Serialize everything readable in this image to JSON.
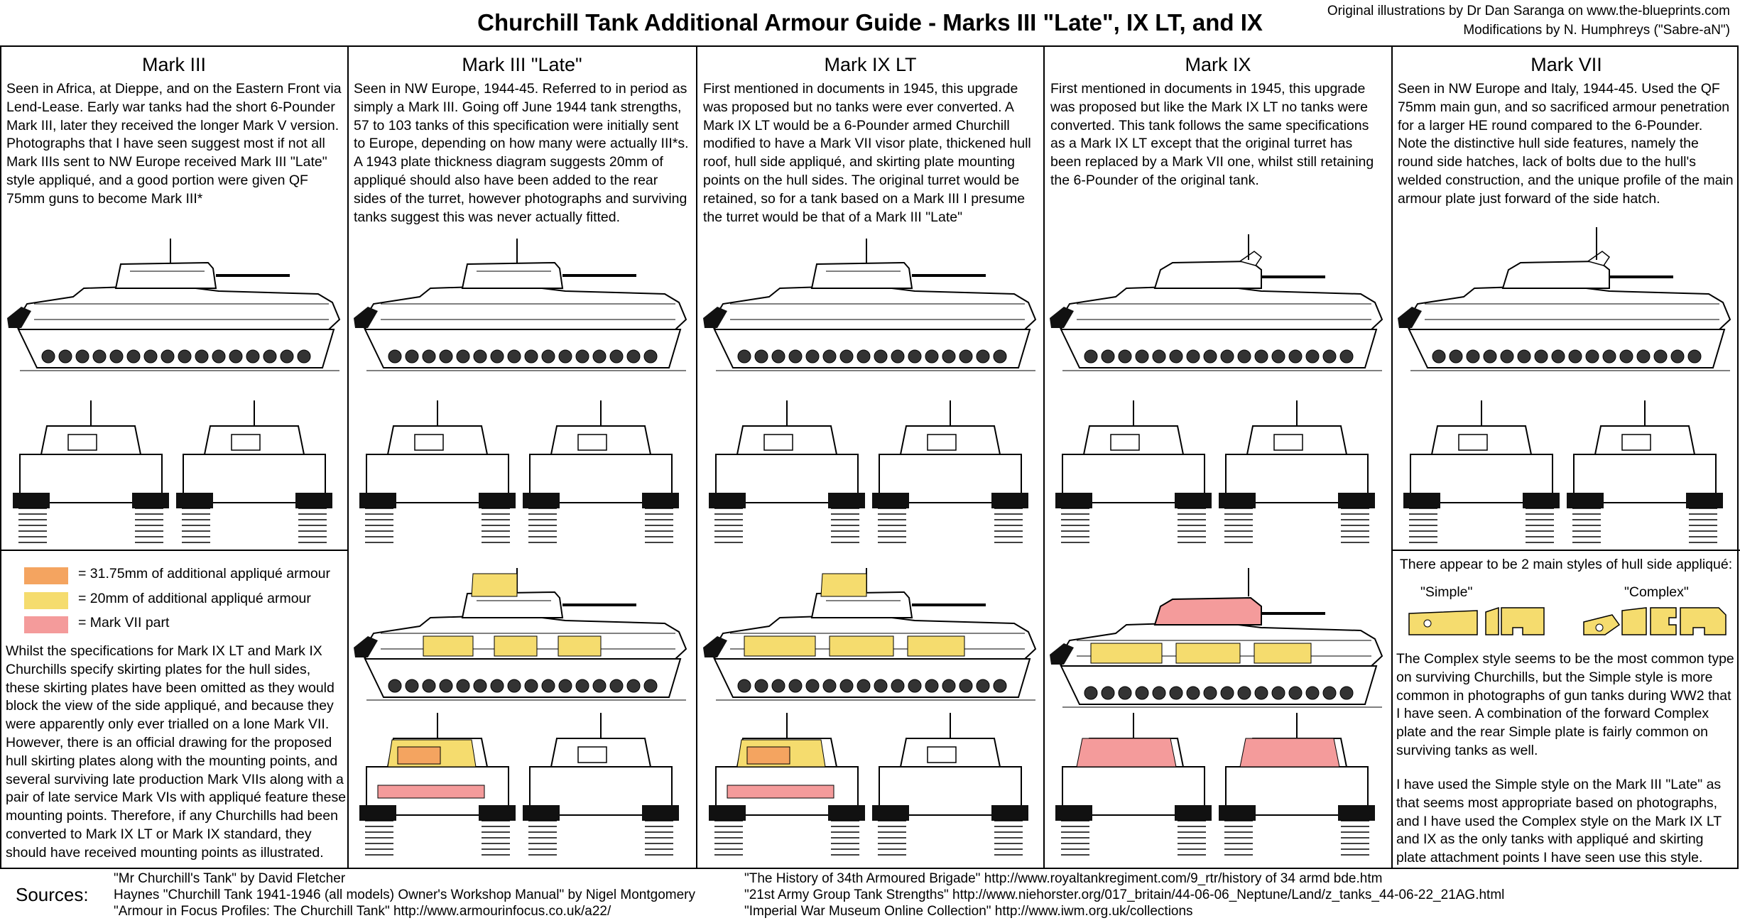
{
  "header": {
    "title": "Churchill Tank Additional Armour Guide - Marks III \"Late\", IX LT, and IX",
    "credit_line_1": "Original illustrations by Dr Dan Saranga on www.the-blueprints.com",
    "credit_line_2": "Modifications by N. Humphreys (\"Sabre-aN\")"
  },
  "columns": [
    {
      "title": "Mark III",
      "description": "Seen in Africa, at Dieppe, and on the Eastern Front via Lend-Lease. Early war tanks had the short 6-Pounder Mark III, later they received the longer Mark V version. Photographs that I have seen suggest most if not all Mark IIIs sent to NW Europe received Mark III \"Late\" style appliqué, and a good portion were given QF 75mm guns to become Mark III*"
    },
    {
      "title": "Mark III \"Late\"",
      "description": "Seen in NW Europe, 1944-45. Referred to in period as simply a Mark III. Going off June 1944 tank strengths, 57 to 103 tanks of this specification were initially sent to Europe, depending on how many were actually III*s. A 1943 plate thickness diagram suggests 20mm of appliqué should also have been added to the rear sides of the turret, however photographs and surviving tanks suggest this was never actually fitted."
    },
    {
      "title": "Mark IX LT",
      "description": "First mentioned in documents in 1945, this upgrade was proposed but no tanks were ever converted. A Mark IX LT would be a 6-Pounder armed Churchill modified to have a Mark VII visor plate, thickened hull roof, hull side appliqué, and skirting plate mounting points on the hull sides. The original turret would be retained, so for a tank based on a Mark III I presume the turret would be that of a Mark III \"Late\""
    },
    {
      "title": "Mark IX",
      "description": "First mentioned in documents in 1945, this upgrade was proposed but like the Mark IX LT no tanks were converted. This tank follows the same specifications as a Mark IX LT except that the original turret has been replaced by a Mark VII one, whilst still retaining the 6-Pounder of the original tank."
    },
    {
      "title": "Mark VII",
      "description": "Seen in NW Europe and Italy, 1944-45. Used the QF 75mm main gun, and so sacrificed armour penetration for a larger HE round compared to the 6-Pounder. Note the distinctive hull side features, namely the round side hatches, lack of bolts due to the hull's welded construction, and the unique profile of the main armour plate just forward of the side hatch."
    }
  ],
  "legend": {
    "items": [
      {
        "label": "= 31.75mm of additional appliqué armour",
        "color": "#f4a460"
      },
      {
        "label": "= 20mm of additional appliqué armour",
        "color": "#f5dc6e"
      },
      {
        "label": "= Mark VII part",
        "color": "#f49b9b"
      }
    ]
  },
  "notes": {
    "skirting": "Whilst the specifications for Mark IX LT and Mark IX Churchills specify skirting plates for the hull sides, these skirting plates have been omitted as they would block the view of the side appliqué, and because they were apparently only ever trialled on a lone Mark VII. However, there is an official drawing for the proposed hull skirting plates along with the mounting points, and several surviving late production Mark VIIs along with a pair of late service Mark VIs with appliqué feature these mounting points. Therefore, if any Churchills had been converted to Mark IX LT or Mark IX standard, they should have received mounting points as illustrated.",
    "styles_heading": "There appear to be 2 main styles of hull side appliqué:",
    "style_simple": "\"Simple\"",
    "style_complex": "\"Complex\"",
    "styles_para_1": "The Complex style seems to be the most common type on surviving Churchills, but the Simple style is more common in photographs of gun tanks during WW2 that I have seen. A combination of the forward Complex plate and the rear Simple plate is fairly common on surviving tanks as well.",
    "styles_para_2": "I have used the Simple style on the Mark III \"Late\" as that seems most appropriate based on photographs, and I have used the Complex style on the Mark IX LT and IX as the only tanks with appliqué and skirting plate attachment points I have seen use this style."
  },
  "sources": {
    "label": "Sources:",
    "left": [
      "\"Mr Churchill's Tank\" by David Fletcher",
      "Haynes \"Churchill Tank 1941-1946 (all models) Owner's Workshop Manual\" by Nigel Montgomery",
      "\"Armour in Focus Profiles: The Churchill Tank\" http://www.armourinfocus.co.uk/a22/"
    ],
    "right": [
      "\"The History of 34th Armoured Brigade\" http://www.royaltankregiment.com/9_rtr/history of 34 armd bde.htm",
      "\"21st Army Group Tank Strengths\" http://www.niehorster.org/017_britain/44-06-06_Neptune/Land/z_tanks_44-06-22_21AG.html",
      "\"Imperial War Museum Online Collection\" http://www.iwm.org.uk/collections"
    ]
  }
}
